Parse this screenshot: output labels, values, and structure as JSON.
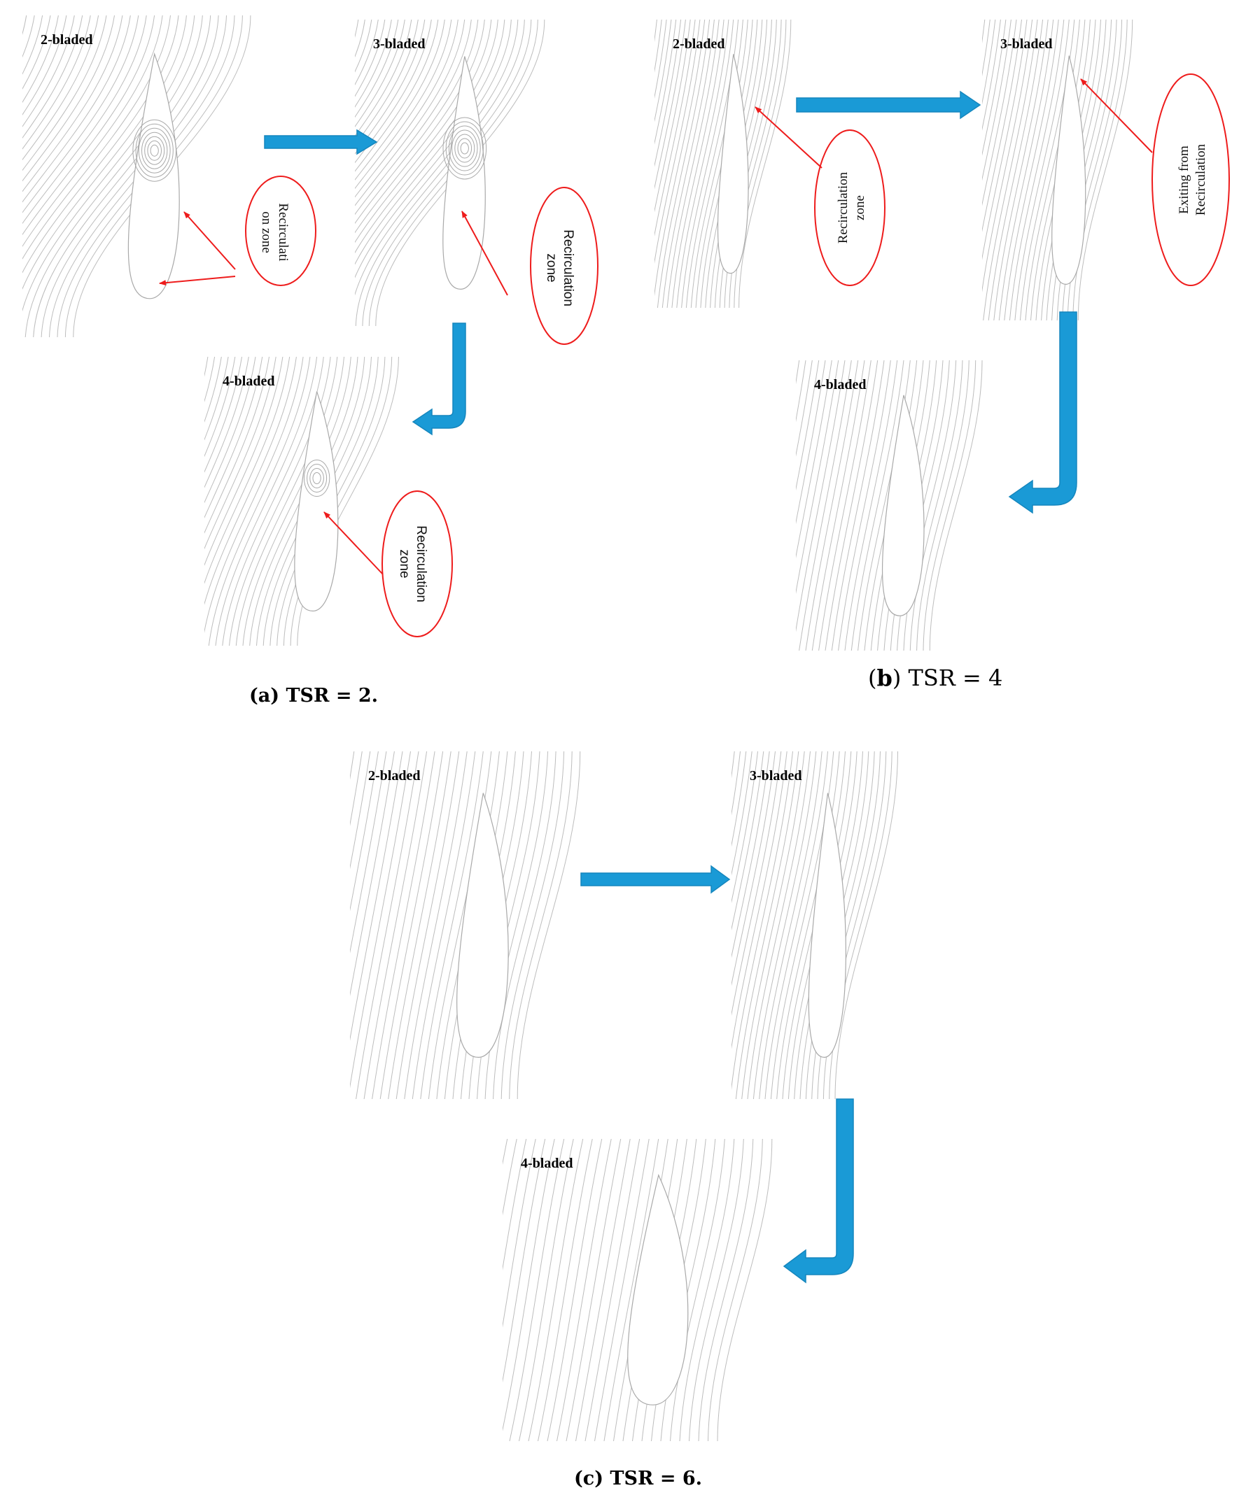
{
  "figure": {
    "captions": {
      "a": "(a) TSR = 2.",
      "b_letter": "b",
      "b_rest": " TSR = 4",
      "c": "(c) TSR = 6."
    },
    "panel_labels": {
      "two": "2-bladed",
      "three": "3-bladed",
      "four": "4-bladed"
    },
    "annotations": {
      "a1_line1": "Recirculati",
      "a1_line2": "on zone",
      "zone_line1": "Recirculation",
      "zone_line2": "zone",
      "exit_line1": "Exiting from",
      "exit_line2": "Recirculation"
    },
    "colors": {
      "arrow": "#1a9ad6",
      "annotation": "#ee1c1c",
      "streamline": "#bdbdbd"
    },
    "icons": [
      "flow-arrow-right",
      "flow-arrow-down-left",
      "pointer-arrow"
    ]
  }
}
